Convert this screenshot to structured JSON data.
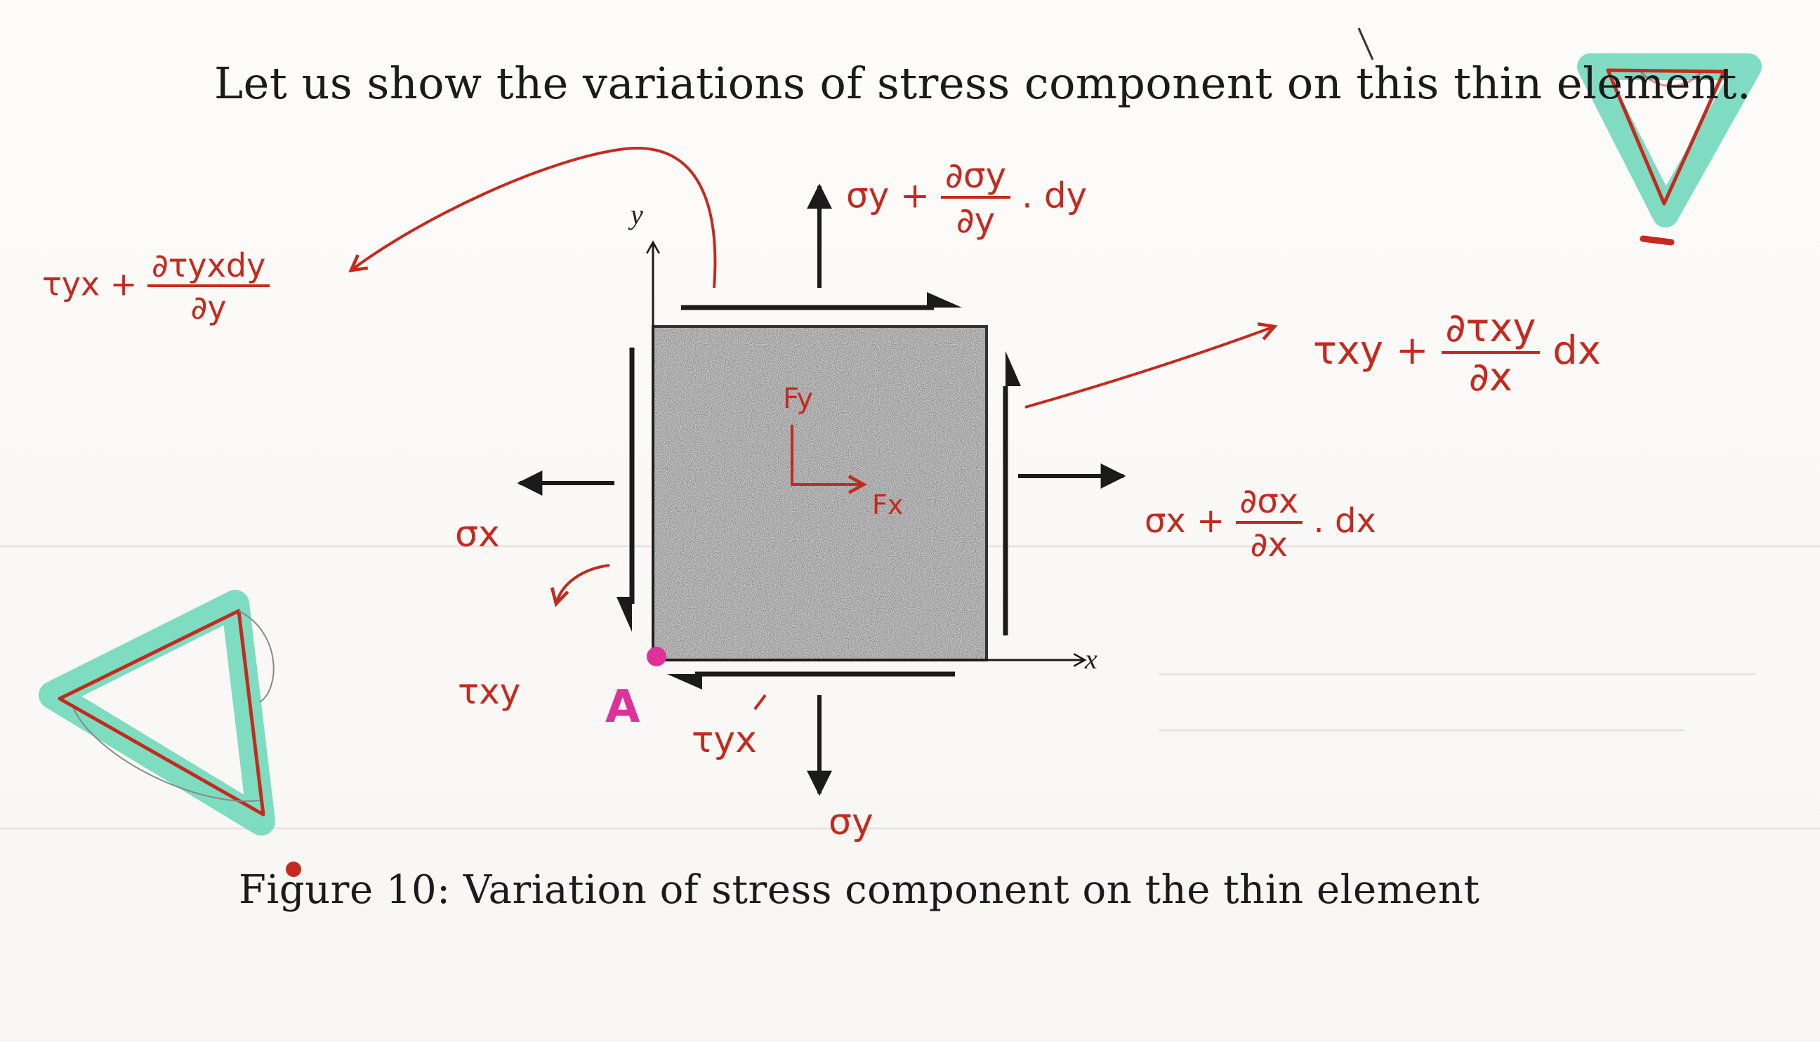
{
  "heading": "Let us show the variations of stress component on this thin element.",
  "caption": "Figure 10: Variation of stress component on the thin element",
  "axes": {
    "x": "x",
    "y": "y"
  },
  "annotations": {
    "tau_yx_plus": {
      "lhs": "τyx +",
      "num": "∂τyxdy",
      "den": "∂y"
    },
    "sigma_y_plus": {
      "lhs": "σy +",
      "num": "∂σy",
      "den": "∂y",
      "tail": ". dy"
    },
    "tau_xy_plus": {
      "lhs": "τxy +",
      "num": "∂τxy",
      "den": "∂x",
      "tail": "dx"
    },
    "sigma_x_plus": {
      "lhs": "σx +",
      "num": "∂σx",
      "den": "∂x",
      "tail": ". dx"
    },
    "sigma_x": "σx",
    "tau_xy": "τxy",
    "tau_yx": "τyx",
    "sigma_y": "σy",
    "fy": "Fy",
    "fx": "Fx",
    "point_a": "A"
  },
  "colors": {
    "ink": "#c42a1e",
    "highlight_pink": "#e0309a",
    "highlight_teal": "#5fd4b4",
    "print": "#1b1b1b",
    "element_fill": "#d4d4d4"
  },
  "icons": [
    "warning-triangle-icon",
    "warning-triangle-icon"
  ]
}
